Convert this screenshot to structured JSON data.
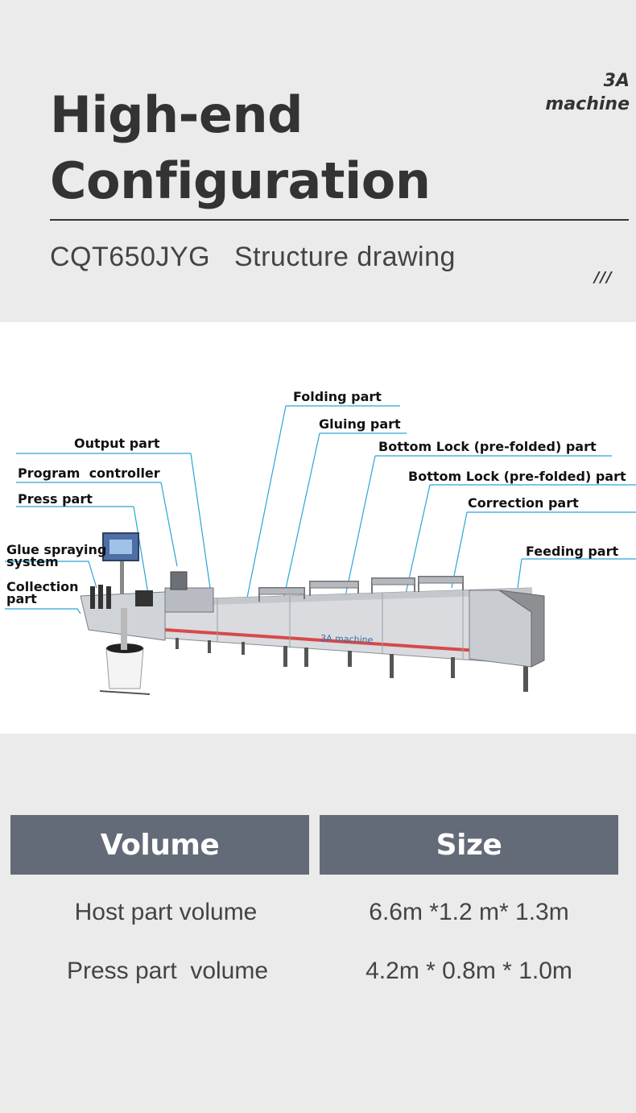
{
  "header": {
    "title_line1": "High-end",
    "title_line2": "Configuration",
    "brand_line1": "3A",
    "brand_line2": "machine",
    "subtitle": "CQT650JYG   Structure drawing",
    "decoration": "///"
  },
  "drawing": {
    "machine_brand": "3A machine",
    "labels": {
      "folding": "Folding part",
      "gluing": "Gluing part",
      "bottom_lock_1": "Bottom Lock (pre-folded) part",
      "output": "Output part",
      "bottom_lock_2": "Bottom Lock (pre-folded) part",
      "program_controller": "Program  controller",
      "press": "Press part",
      "correction": "Correction part",
      "glue_spraying": "Glue spraying system",
      "feeding": "Feeding part",
      "collection": "Collection part"
    }
  },
  "table": {
    "headers": [
      "Volume",
      "Size"
    ],
    "rows": [
      [
        "Host part volume",
        "6.6m *1.2 m* 1.3m"
      ],
      [
        "Press part  volume",
        "4.2m * 0.8m * 1.0m"
      ]
    ]
  }
}
